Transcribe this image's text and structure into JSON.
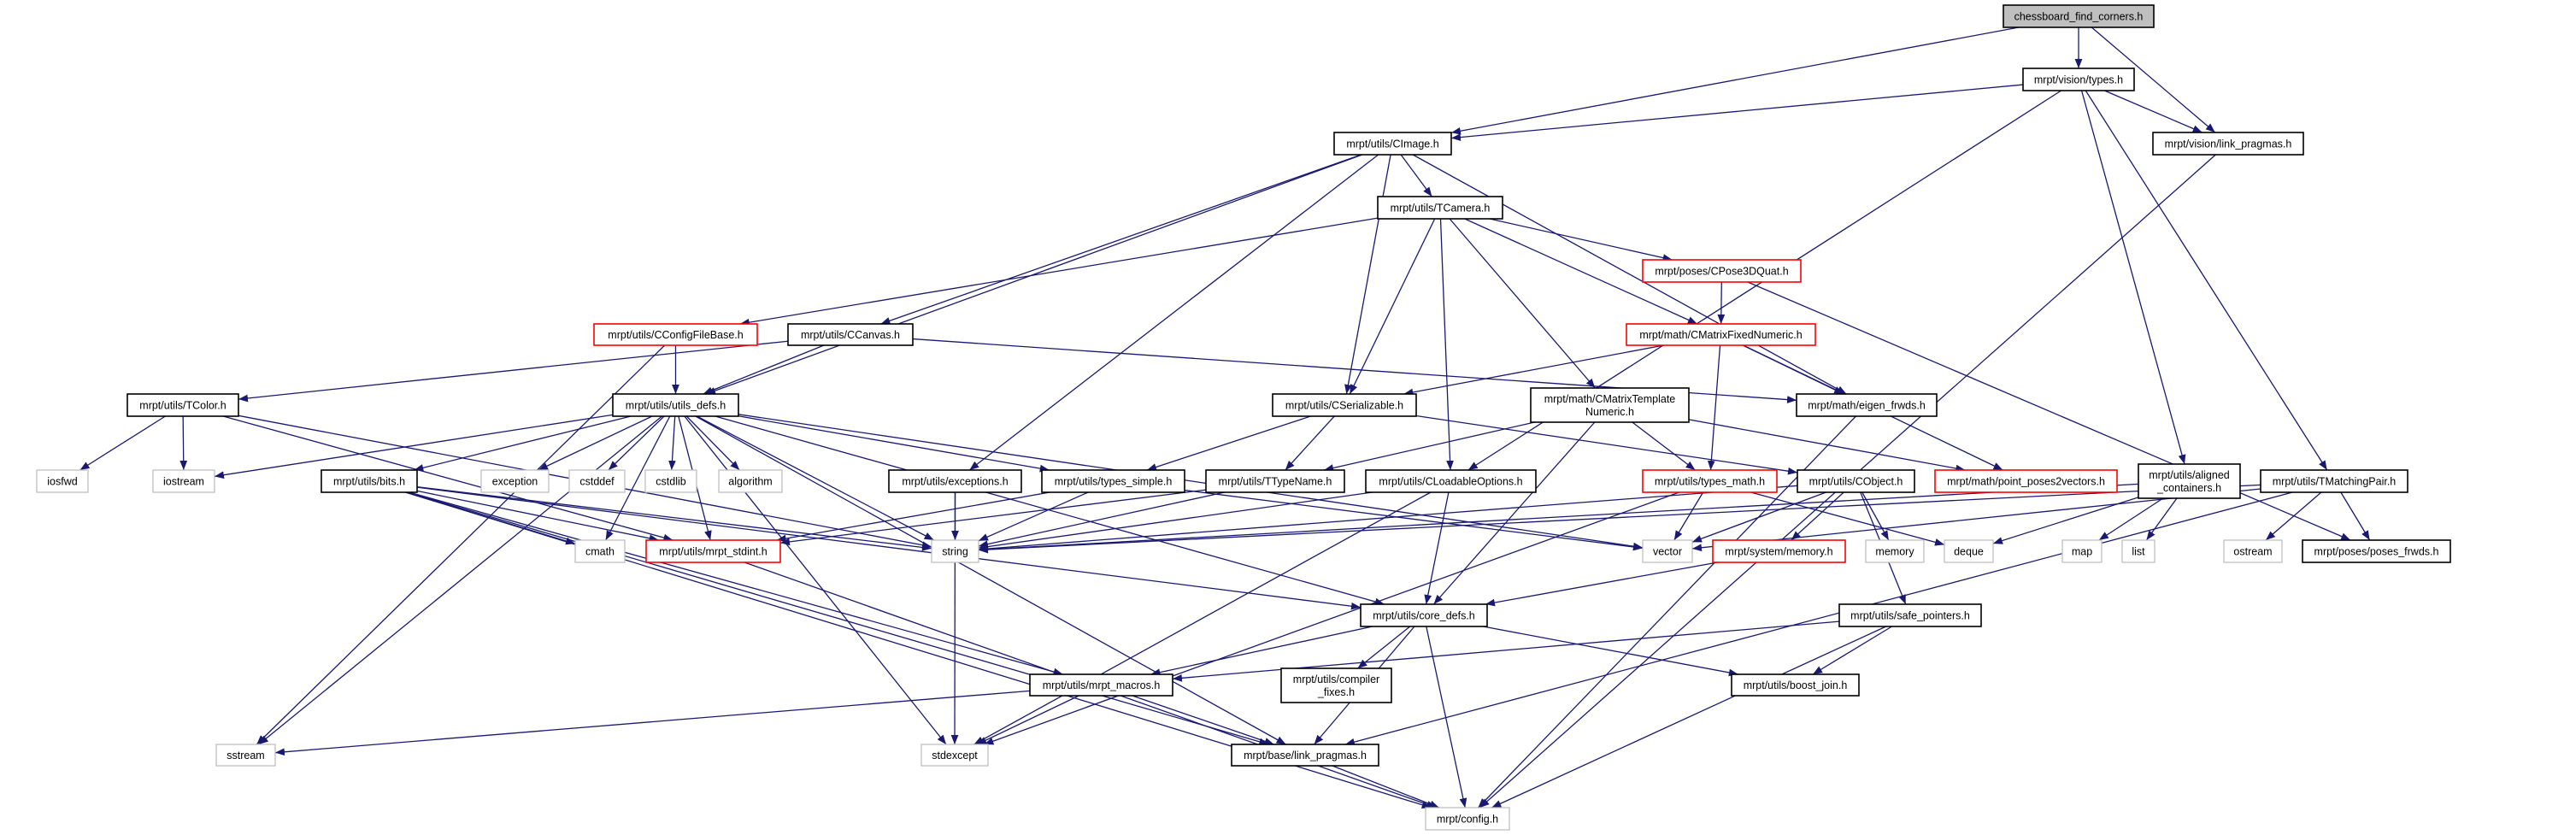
{
  "title": "chessboard_find_corners.h",
  "colors": {
    "edge": "#191970",
    "root_fill": "#bfbfbf",
    "truncated_border": "#ff0000",
    "system_border": "#bfbfbf",
    "normal_border": "#000000"
  },
  "nodes": [
    {
      "id": "root",
      "lines": [
        "chessboard_find_corners.h"
      ],
      "style": "root"
    },
    {
      "id": "vision_types",
      "lines": [
        "mrpt/vision/types.h"
      ],
      "style": "normal"
    },
    {
      "id": "vision_link",
      "lines": [
        "mrpt/vision/link_pragmas.h"
      ],
      "style": "normal"
    },
    {
      "id": "cimage",
      "lines": [
        "mrpt/utils/CImage.h"
      ],
      "style": "normal"
    },
    {
      "id": "tcamera",
      "lines": [
        "mrpt/utils/TCamera.h"
      ],
      "style": "normal"
    },
    {
      "id": "cpose3dquat",
      "lines": [
        "mrpt/poses/CPose3DQuat.h"
      ],
      "style": "red"
    },
    {
      "id": "cmatfixed",
      "lines": [
        "mrpt/math/CMatrixFixedNumeric.h"
      ],
      "style": "red"
    },
    {
      "id": "eigen_frwds",
      "lines": [
        "mrpt/math/eigen_frwds.h"
      ],
      "style": "normal"
    },
    {
      "id": "cconfig",
      "lines": [
        "mrpt/utils/CConfigFileBase.h"
      ],
      "style": "red"
    },
    {
      "id": "ccanvas",
      "lines": [
        "mrpt/utils/CCanvas.h"
      ],
      "style": "normal"
    },
    {
      "id": "tcolor",
      "lines": [
        "mrpt/utils/TColor.h"
      ],
      "style": "normal"
    },
    {
      "id": "utils_defs",
      "lines": [
        "mrpt/utils/utils_defs.h"
      ],
      "style": "normal"
    },
    {
      "id": "cserializable",
      "lines": [
        "mrpt/utils/CSerializable.h"
      ],
      "style": "normal"
    },
    {
      "id": "cmattemplate",
      "lines": [
        "mrpt/math/CMatrixTemplate",
        "Numeric.h"
      ],
      "style": "normal"
    },
    {
      "id": "iosfwd",
      "lines": [
        "iosfwd"
      ],
      "style": "system"
    },
    {
      "id": "iostream",
      "lines": [
        "iostream"
      ],
      "style": "system"
    },
    {
      "id": "bits",
      "lines": [
        "mrpt/utils/bits.h"
      ],
      "style": "normal"
    },
    {
      "id": "exception",
      "lines": [
        "exception"
      ],
      "style": "system"
    },
    {
      "id": "cstddef",
      "lines": [
        "cstddef"
      ],
      "style": "system"
    },
    {
      "id": "cstdlib",
      "lines": [
        "cstdlib"
      ],
      "style": "system"
    },
    {
      "id": "algorithm",
      "lines": [
        "algorithm"
      ],
      "style": "system"
    },
    {
      "id": "exceptions",
      "lines": [
        "mrpt/utils/exceptions.h"
      ],
      "style": "normal"
    },
    {
      "id": "types_simple",
      "lines": [
        "mrpt/utils/types_simple.h"
      ],
      "style": "normal"
    },
    {
      "id": "ttypename",
      "lines": [
        "mrpt/utils/TTypeName.h"
      ],
      "style": "normal"
    },
    {
      "id": "cloadable",
      "lines": [
        "mrpt/utils/CLoadableOptions.h"
      ],
      "style": "normal"
    },
    {
      "id": "types_math",
      "lines": [
        "mrpt/utils/types_math.h"
      ],
      "style": "red"
    },
    {
      "id": "cobject",
      "lines": [
        "mrpt/utils/CObject.h"
      ],
      "style": "normal"
    },
    {
      "id": "point_poses",
      "lines": [
        "mrpt/math/point_poses2vectors.h"
      ],
      "style": "red"
    },
    {
      "id": "aligned",
      "lines": [
        "mrpt/utils/aligned",
        "_containers.h"
      ],
      "style": "normal"
    },
    {
      "id": "tmatching",
      "lines": [
        "mrpt/utils/TMatchingPair.h"
      ],
      "style": "normal"
    },
    {
      "id": "cmath",
      "lines": [
        "cmath"
      ],
      "style": "system"
    },
    {
      "id": "stdint",
      "lines": [
        "mrpt/utils/mrpt_stdint.h"
      ],
      "style": "red"
    },
    {
      "id": "string",
      "lines": [
        "string"
      ],
      "style": "system"
    },
    {
      "id": "vector",
      "lines": [
        "vector"
      ],
      "style": "system"
    },
    {
      "id": "sys_memory",
      "lines": [
        "mrpt/system/memory.h"
      ],
      "style": "red"
    },
    {
      "id": "memory",
      "lines": [
        "memory"
      ],
      "style": "system"
    },
    {
      "id": "deque",
      "lines": [
        "deque"
      ],
      "style": "system"
    },
    {
      "id": "map",
      "lines": [
        "map"
      ],
      "style": "system"
    },
    {
      "id": "list",
      "lines": [
        "list"
      ],
      "style": "system"
    },
    {
      "id": "ostream",
      "lines": [
        "ostream"
      ],
      "style": "system"
    },
    {
      "id": "poses_frwds",
      "lines": [
        "mrpt/poses/poses_frwds.h"
      ],
      "style": "normal"
    },
    {
      "id": "core_defs",
      "lines": [
        "mrpt/utils/core_defs.h"
      ],
      "style": "normal"
    },
    {
      "id": "safe_pointers",
      "lines": [
        "mrpt/utils/safe_pointers.h"
      ],
      "style": "normal"
    },
    {
      "id": "mrpt_macros",
      "lines": [
        "mrpt/utils/mrpt_macros.h"
      ],
      "style": "normal"
    },
    {
      "id": "compiler_fixes",
      "lines": [
        "mrpt/utils/compiler",
        "_fixes.h"
      ],
      "style": "normal"
    },
    {
      "id": "boost_join",
      "lines": [
        "mrpt/utils/boost_join.h"
      ],
      "style": "normal"
    },
    {
      "id": "sstream",
      "lines": [
        "sstream"
      ],
      "style": "system"
    },
    {
      "id": "stdexcept",
      "lines": [
        "stdexcept"
      ],
      "style": "system"
    },
    {
      "id": "base_link",
      "lines": [
        "mrpt/base/link_pragmas.h"
      ],
      "style": "normal"
    },
    {
      "id": "config",
      "lines": [
        "mrpt/config.h"
      ],
      "style": "system"
    }
  ],
  "edges": [
    [
      "root",
      "cimage"
    ],
    [
      "root",
      "vision_types"
    ],
    [
      "root",
      "vision_link"
    ],
    [
      "vision_types",
      "cimage"
    ],
    [
      "vision_types",
      "vision_link"
    ],
    [
      "vision_types",
      "cloadable"
    ],
    [
      "vision_types",
      "aligned"
    ],
    [
      "vision_types",
      "tmatching"
    ],
    [
      "vision_link",
      "config"
    ],
    [
      "cimage",
      "tcamera"
    ],
    [
      "cimage",
      "ccanvas"
    ],
    [
      "cimage",
      "utils_defs"
    ],
    [
      "cimage",
      "exceptions"
    ],
    [
      "cimage",
      "cserializable"
    ],
    [
      "cimage",
      "eigen_frwds"
    ],
    [
      "tcamera",
      "cconfig"
    ],
    [
      "tcamera",
      "cserializable"
    ],
    [
      "tcamera",
      "cloadable"
    ],
    [
      "tcamera",
      "cmattemplate"
    ],
    [
      "tcamera",
      "cmatfixed"
    ],
    [
      "tcamera",
      "cpose3dquat"
    ],
    [
      "cpose3dquat",
      "cmatfixed"
    ],
    [
      "cpose3dquat",
      "poses_frwds"
    ],
    [
      "cmatfixed",
      "cserializable"
    ],
    [
      "cmatfixed",
      "eigen_frwds"
    ],
    [
      "cmatfixed",
      "types_math"
    ],
    [
      "cmatfixed",
      "point_poses"
    ],
    [
      "cconfig",
      "utils_defs"
    ],
    [
      "cconfig",
      "sstream"
    ],
    [
      "ccanvas",
      "tcolor"
    ],
    [
      "ccanvas",
      "utils_defs"
    ],
    [
      "ccanvas",
      "eigen_frwds"
    ],
    [
      "tcolor",
      "iosfwd"
    ],
    [
      "tcolor",
      "iostream"
    ],
    [
      "tcolor",
      "stdint"
    ],
    [
      "tcolor",
      "string"
    ],
    [
      "utils_defs",
      "iostream"
    ],
    [
      "utils_defs",
      "bits"
    ],
    [
      "utils_defs",
      "exception"
    ],
    [
      "utils_defs",
      "cstddef"
    ],
    [
      "utils_defs",
      "cstdlib"
    ],
    [
      "utils_defs",
      "algorithm"
    ],
    [
      "utils_defs",
      "cmath"
    ],
    [
      "utils_defs",
      "stdint"
    ],
    [
      "utils_defs",
      "sstream"
    ],
    [
      "utils_defs",
      "stdexcept"
    ],
    [
      "utils_defs",
      "types_simple"
    ],
    [
      "utils_defs",
      "vector"
    ],
    [
      "utils_defs",
      "core_defs"
    ],
    [
      "utils_defs",
      "base_link"
    ],
    [
      "utils_defs",
      "string"
    ],
    [
      "bits",
      "cmath"
    ],
    [
      "bits",
      "stdint"
    ],
    [
      "bits",
      "string"
    ],
    [
      "bits",
      "config"
    ],
    [
      "bits",
      "mrpt_macros"
    ],
    [
      "bits",
      "base_link"
    ],
    [
      "bits",
      "core_defs"
    ],
    [
      "exceptions",
      "string"
    ],
    [
      "exceptions",
      "stdexcept"
    ],
    [
      "types_simple",
      "stdint"
    ],
    [
      "types_simple",
      "string"
    ],
    [
      "types_simple",
      "vector"
    ],
    [
      "ttypename",
      "string"
    ],
    [
      "ttypename",
      "stdint"
    ],
    [
      "cloadable",
      "string"
    ],
    [
      "cloadable",
      "stdexcept"
    ],
    [
      "cloadable",
      "core_defs"
    ],
    [
      "cserializable",
      "types_simple"
    ],
    [
      "cserializable",
      "ttypename"
    ],
    [
      "cserializable",
      "cobject"
    ],
    [
      "cmattemplate",
      "ttypename"
    ],
    [
      "cmattemplate",
      "types_math"
    ],
    [
      "cmattemplate",
      "core_defs"
    ],
    [
      "cmattemplate",
      "point_poses"
    ],
    [
      "types_math",
      "vector"
    ],
    [
      "types_math",
      "deque"
    ],
    [
      "types_math",
      "stdexcept"
    ],
    [
      "cobject",
      "vector"
    ],
    [
      "cobject",
      "sys_memory"
    ],
    [
      "cobject",
      "memory"
    ],
    [
      "cobject",
      "safe_pointers"
    ],
    [
      "cobject",
      "string"
    ],
    [
      "sys_memory",
      "core_defs"
    ],
    [
      "aligned",
      "map"
    ],
    [
      "aligned",
      "list"
    ],
    [
      "aligned",
      "deque"
    ],
    [
      "aligned",
      "string"
    ],
    [
      "tmatching",
      "string"
    ],
    [
      "tmatching",
      "vector"
    ],
    [
      "tmatching",
      "ostream"
    ],
    [
      "tmatching",
      "poses_frwds"
    ],
    [
      "tmatching",
      "base_link"
    ],
    [
      "eigen_frwds",
      "config"
    ],
    [
      "core_defs",
      "mrpt_macros"
    ],
    [
      "core_defs",
      "compiler_fixes"
    ],
    [
      "core_defs",
      "boost_join"
    ],
    [
      "core_defs",
      "base_link"
    ],
    [
      "core_defs",
      "config"
    ],
    [
      "safe_pointers",
      "boost_join"
    ],
    [
      "safe_pointers",
      "mrpt_macros"
    ],
    [
      "safe_pointers",
      "config"
    ],
    [
      "mrpt_macros",
      "sstream"
    ],
    [
      "mrpt_macros",
      "stdexcept"
    ],
    [
      "mrpt_macros",
      "base_link"
    ],
    [
      "base_link",
      "config"
    ],
    [
      "stdint",
      "config"
    ]
  ]
}
